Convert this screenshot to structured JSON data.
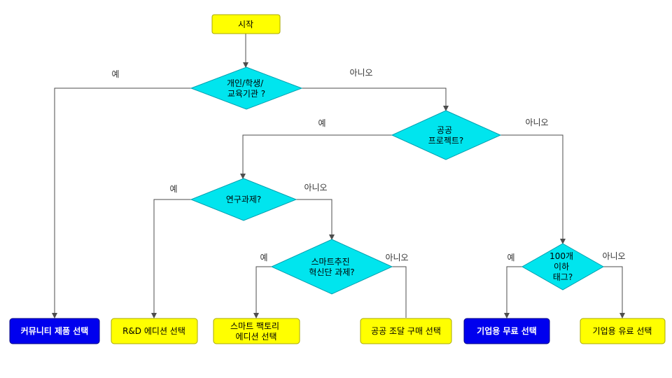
{
  "colors": {
    "yellow_fill": "#ffff00",
    "yellow_stroke": "#a8a800",
    "cyan_fill": "#00e5ee",
    "cyan_stroke": "#00a0b0",
    "blue_fill": "#0000ee",
    "blue_stroke": "#000080",
    "edge": "#4d4d4d"
  },
  "nodes": {
    "start": "시작",
    "d_personal": [
      "개인/학생/",
      "교육기관 ?"
    ],
    "d_public": [
      "공공",
      "프로젝트?"
    ],
    "d_research": "연구과제?",
    "d_smart": [
      "스마트추진",
      "혁신단 과제?"
    ],
    "d_tags": [
      "100개",
      "이하",
      "태그?"
    ],
    "r_community": "커뮤니티 제품 선택",
    "r_rnd": "R&D 에디션 선택",
    "r_smart_factory": [
      "스마트 팩토리",
      "에디션 선택"
    ],
    "r_procurement": "공공 조달 구매 선택",
    "r_enterprise_free": "기업용 무료 선택",
    "r_enterprise_paid": "기업용 유료 선택"
  },
  "edge_labels": {
    "personal_yes": "예",
    "personal_no": "아니오",
    "public_yes": "예",
    "public_no": "아니오",
    "research_yes": "예",
    "research_no": "아니오",
    "smart_yes": "예",
    "smart_no": "아니오",
    "tags_yes": "예",
    "tags_no": "아니오"
  }
}
